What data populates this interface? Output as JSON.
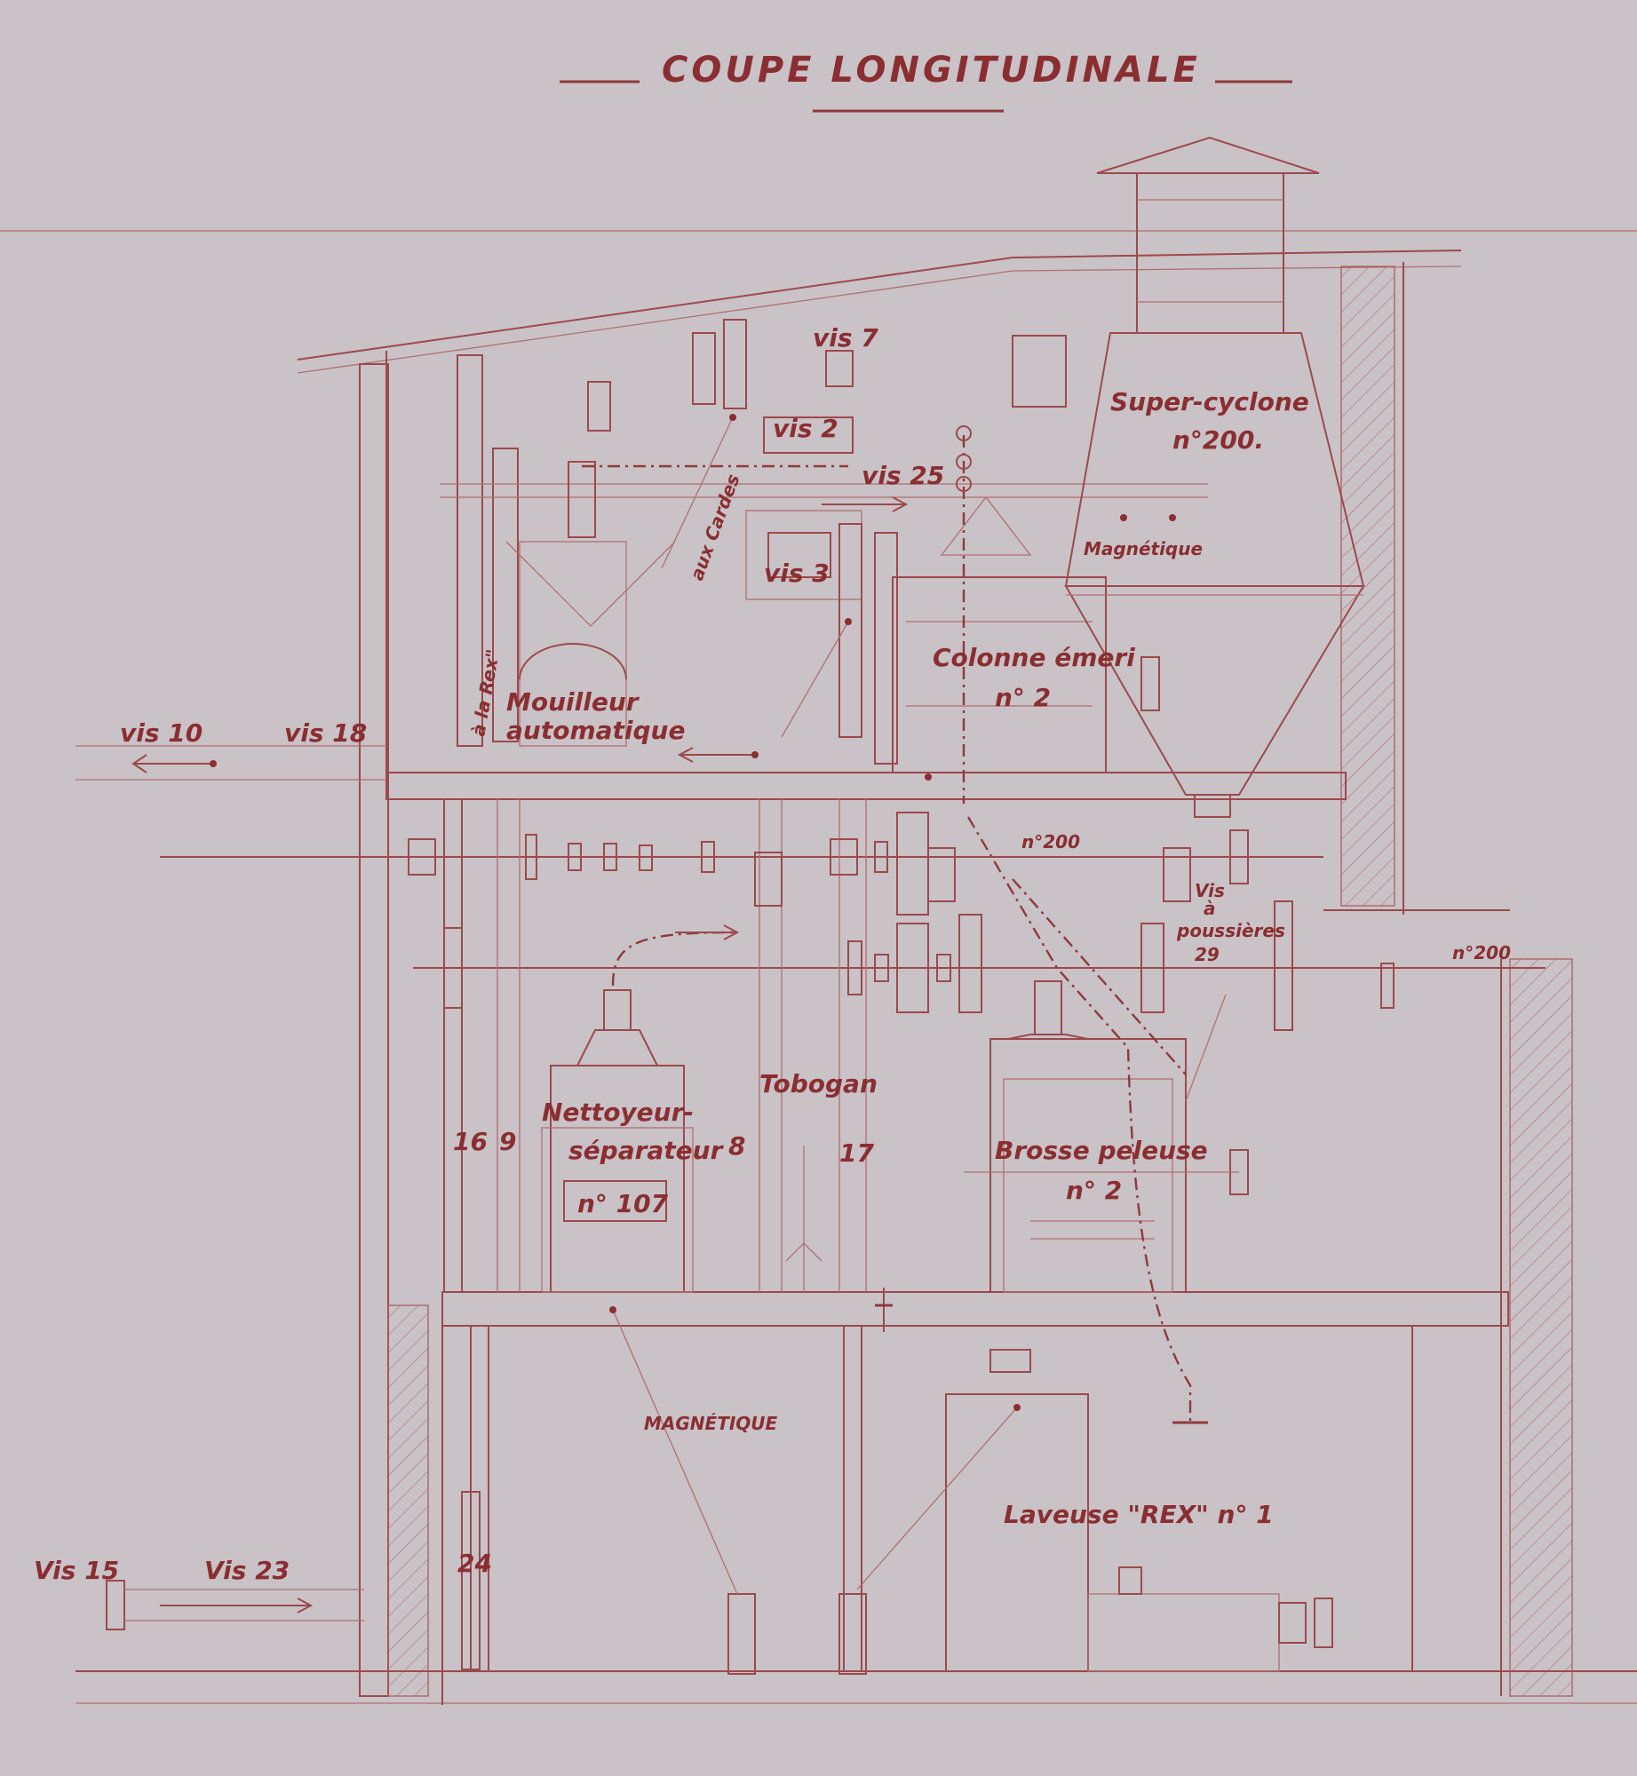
{
  "title": "COUPE LONGITUDINALE",
  "labels": {
    "vis7": "vis 7",
    "vis2": "vis 2",
    "vis25": "vis 25",
    "vis3": "vis 3",
    "aux_cardes": "aux Cardes",
    "super_cyclone": "Super-cyclone",
    "super_cyclone_no": "n°200.",
    "magnetique_small": "Magnétique",
    "colonne_emeri": "Colonne émeri",
    "colonne_no": "n° 2",
    "mouilleur": "Mouilleur",
    "automatique": "automatique",
    "a_la_rex": "à la Rex\"",
    "vis10": "vis 10",
    "vis18": "vis 18",
    "n200_mid": "n°200",
    "n200_right": "n°200",
    "vis_poussieres": "Vis",
    "vis_poussieres_2": "à",
    "vis_poussieres_3": "poussières",
    "vis_poussieres_no": "29",
    "tobogan": "Tobogan",
    "nettoyeur": "Nettoyeur-",
    "separateur": "séparateur",
    "nettoyeur_no": "n° 107",
    "n16": "16",
    "n9": "9",
    "n8": "8",
    "n17": "17",
    "brosse_peleuse": "Brosse peleuse",
    "brosse_no": "n° 2",
    "magnetique_big": "MAGNÉTIQUE",
    "laveuse_rex": "Laveuse \"REX\" n° 1",
    "vis15": "Vis 15",
    "vis23": "Vis 23",
    "n24": "24"
  },
  "colors": {
    "paper": "#c9c2c7",
    "ink": "#8a2e31",
    "line": "#9c4a4c"
  }
}
